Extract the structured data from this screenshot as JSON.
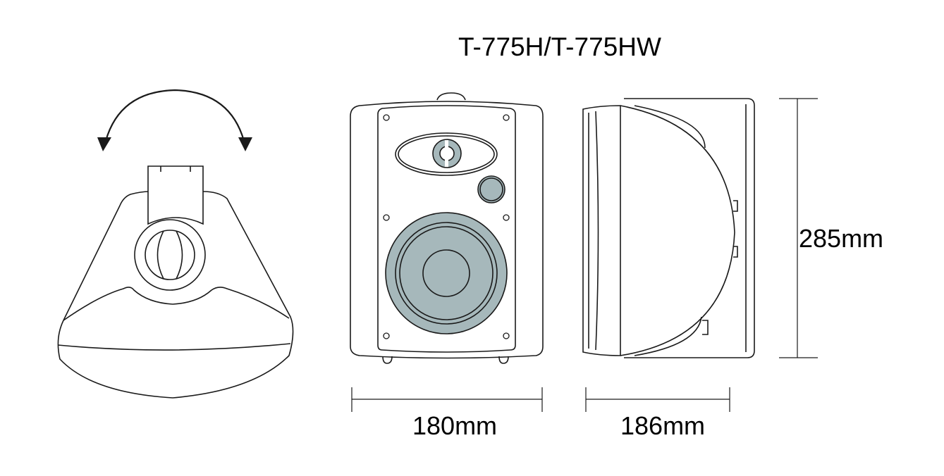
{
  "title": "T-775H/T-775HW",
  "dimensions": {
    "front_width": "180mm",
    "side_depth": "186mm",
    "height": "285mm"
  },
  "colors": {
    "driver_fill": "#a6b8bb",
    "line": "#1a1a1a"
  }
}
